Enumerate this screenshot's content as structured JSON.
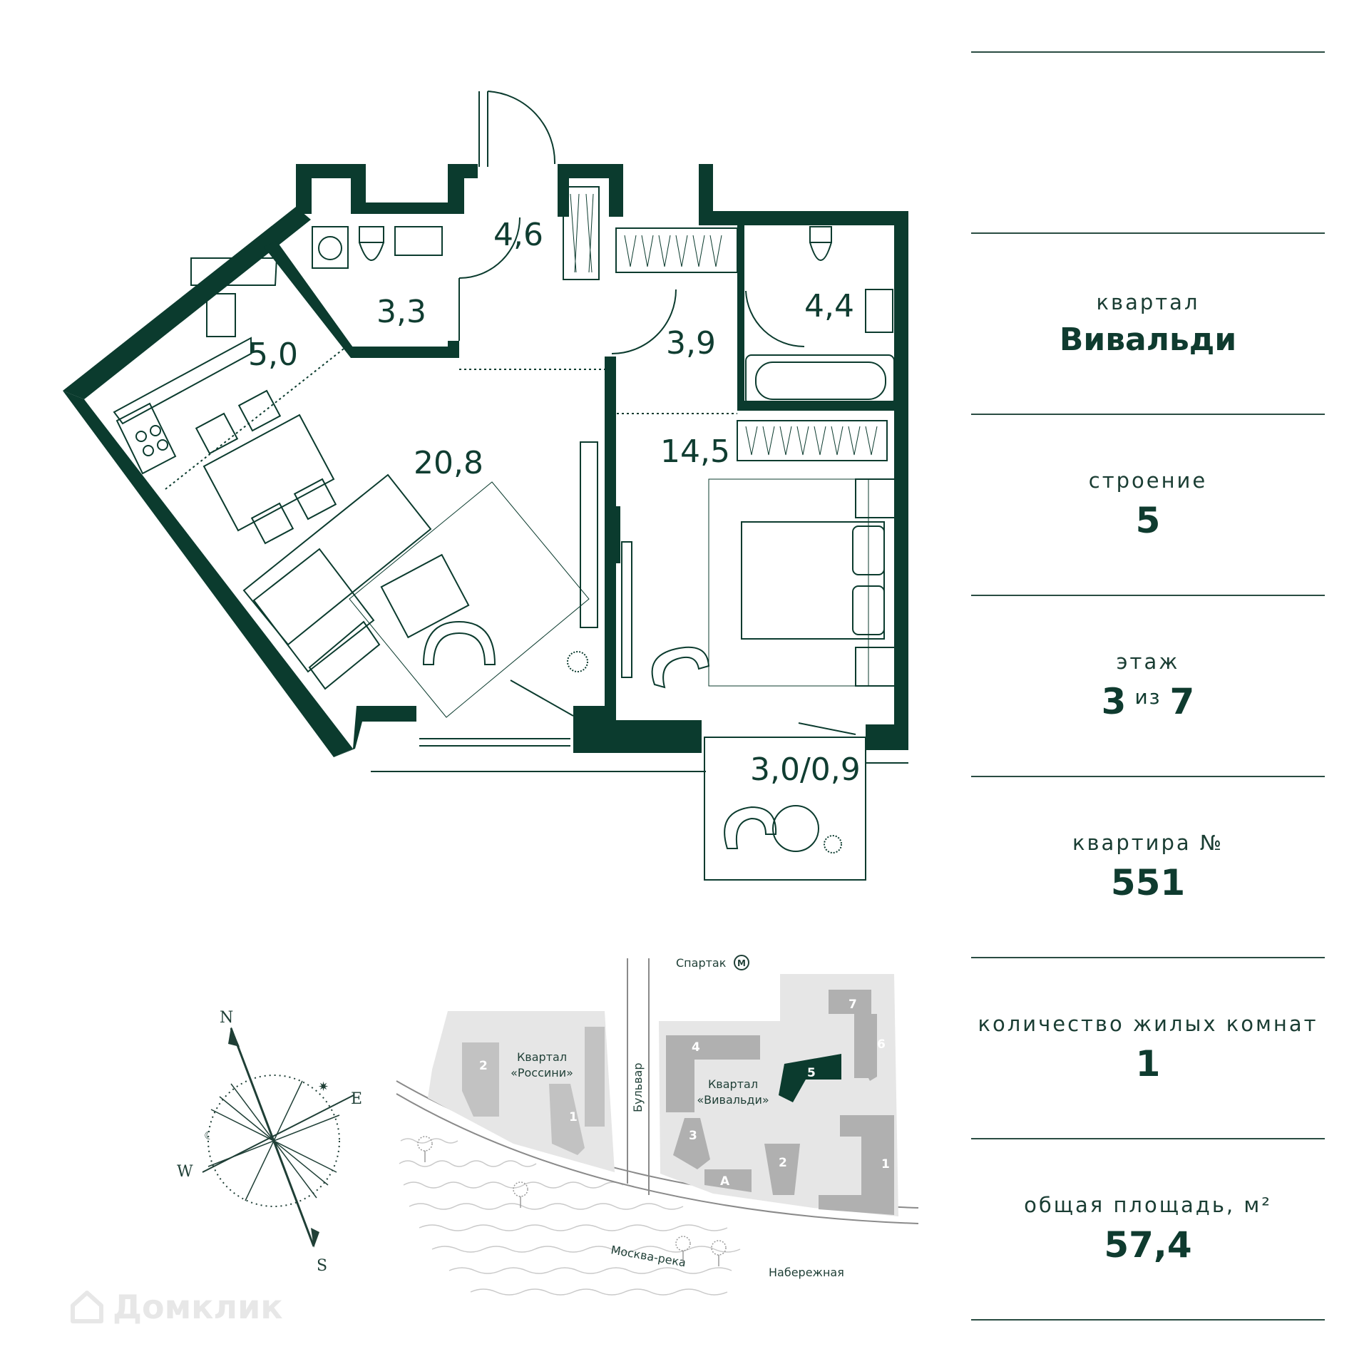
{
  "plan": {
    "rooms": [
      {
        "id": "hall",
        "area": "4,6"
      },
      {
        "id": "bath1",
        "area": "3,3"
      },
      {
        "id": "kitchen",
        "area": "5,0"
      },
      {
        "id": "living",
        "area": "20,8"
      },
      {
        "id": "corridor",
        "area": "3,9"
      },
      {
        "id": "bath2",
        "area": "4,4"
      },
      {
        "id": "bedroom",
        "area": "14,5"
      },
      {
        "id": "balcony",
        "area": "3,0/0,9"
      }
    ]
  },
  "map": {
    "metro": "Спартак",
    "metro_symbol": "М",
    "boulevard": "Бульвар",
    "river": "Москва-река",
    "embankment": "Набережная",
    "quarter_rossini": [
      "Квартал",
      "«Россини»"
    ],
    "quarter_vivaldi": [
      "Квартал",
      "«Вивальди»"
    ],
    "rossini_buildings": [
      "2",
      "1"
    ],
    "vivaldi_buildings": [
      "7",
      "4",
      "6",
      "5",
      "3",
      "2",
      "1",
      "А"
    ]
  },
  "compass": {
    "n": "N",
    "s": "S",
    "e": "E",
    "w": "W"
  },
  "info": {
    "quarter_label": "квартал",
    "quarter_value": "Вивальди",
    "building_label": "строение",
    "building_value": "5",
    "floor_label": "этаж",
    "floor_value": "3",
    "floor_of": "из",
    "floor_total": "7",
    "apartment_label": "квартира №",
    "apartment_value": "551",
    "rooms_label": "количество жилых комнат",
    "rooms_value": "1",
    "area_label": "общая площадь, м²",
    "area_value": "57,4"
  },
  "watermark": "Домклик",
  "colors": {
    "wall": "#0b3b2e",
    "accent": "#0f3b2f",
    "map_block": "#e6e6e6",
    "map_building": "#b0b0b0"
  }
}
